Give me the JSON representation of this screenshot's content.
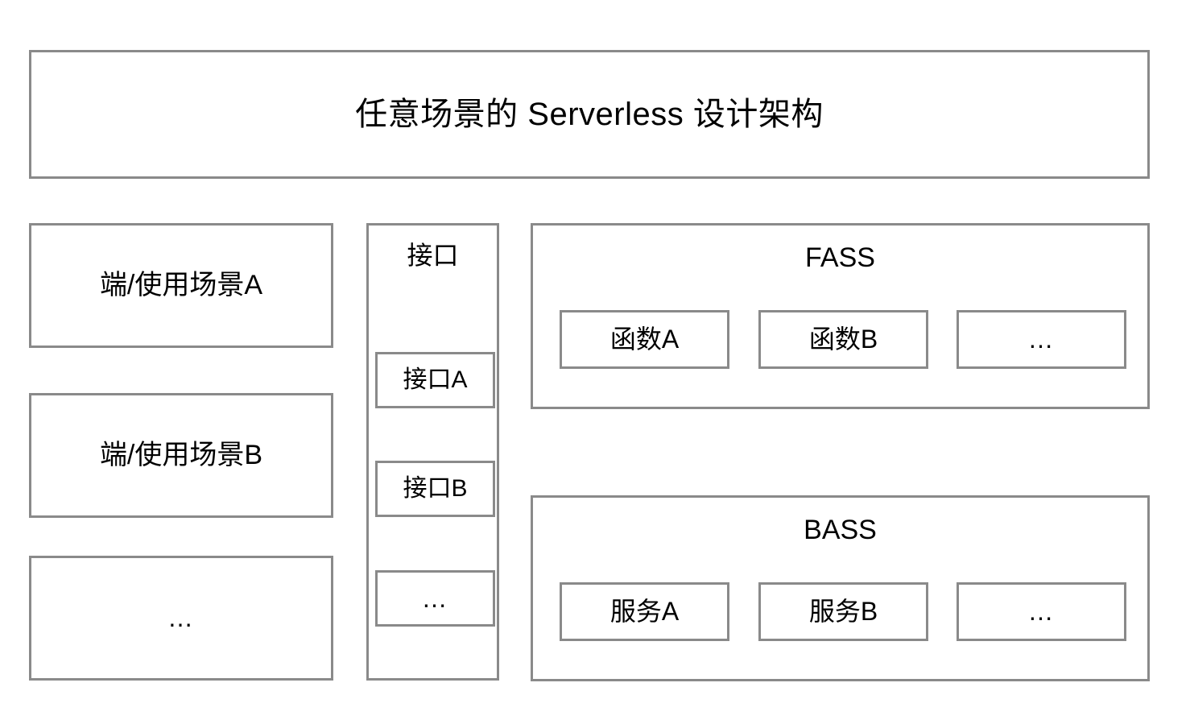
{
  "title": {
    "text": "任意场景的 Serverless 设计架构"
  },
  "clients": {
    "items": [
      {
        "label": "端/使用场景A"
      },
      {
        "label": "端/使用场景B"
      },
      {
        "label": "…"
      }
    ]
  },
  "interfaces": {
    "title": "接口",
    "items": [
      {
        "label": "接口A"
      },
      {
        "label": "接口B"
      },
      {
        "label": "…"
      }
    ]
  },
  "panels": [
    {
      "title": "FASS",
      "items": [
        {
          "label": "函数A"
        },
        {
          "label": "函数B"
        },
        {
          "label": "…"
        }
      ]
    },
    {
      "title": "BASS",
      "items": [
        {
          "label": "服务A"
        },
        {
          "label": "服务B"
        },
        {
          "label": "…"
        }
      ]
    }
  ],
  "style": {
    "border_color": "#8a8a8a",
    "background_color": "#ffffff",
    "text_color": "#000000"
  }
}
